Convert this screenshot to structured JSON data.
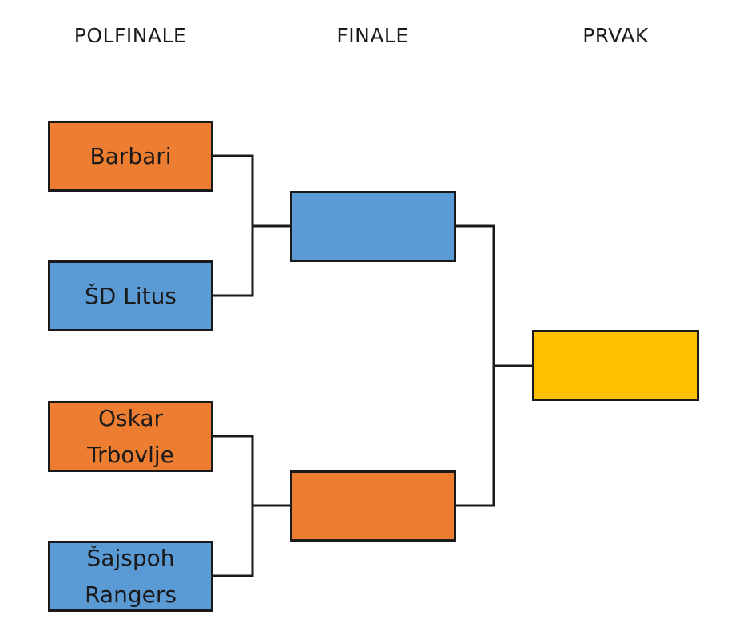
{
  "headers": {
    "semifinal": "POLFINALE",
    "final": "FINALE",
    "champion": "PRVAK"
  },
  "colors": {
    "orange": "#ED7D31",
    "blue": "#5B9BD5",
    "gold": "#FFC000",
    "line": "#1a1a1a"
  },
  "semifinals": [
    {
      "name": "Barbari",
      "color": "orange"
    },
    {
      "name": "ŠD Litus",
      "color": "blue"
    },
    {
      "name": "Oskar\nTrbovlje",
      "color": "orange"
    },
    {
      "name": "Šajspoh\nRangers",
      "color": "blue"
    }
  ],
  "finals": [
    {
      "name": "",
      "color": "blue"
    },
    {
      "name": "",
      "color": "orange"
    }
  ],
  "champion": {
    "name": "",
    "color": "gold"
  }
}
